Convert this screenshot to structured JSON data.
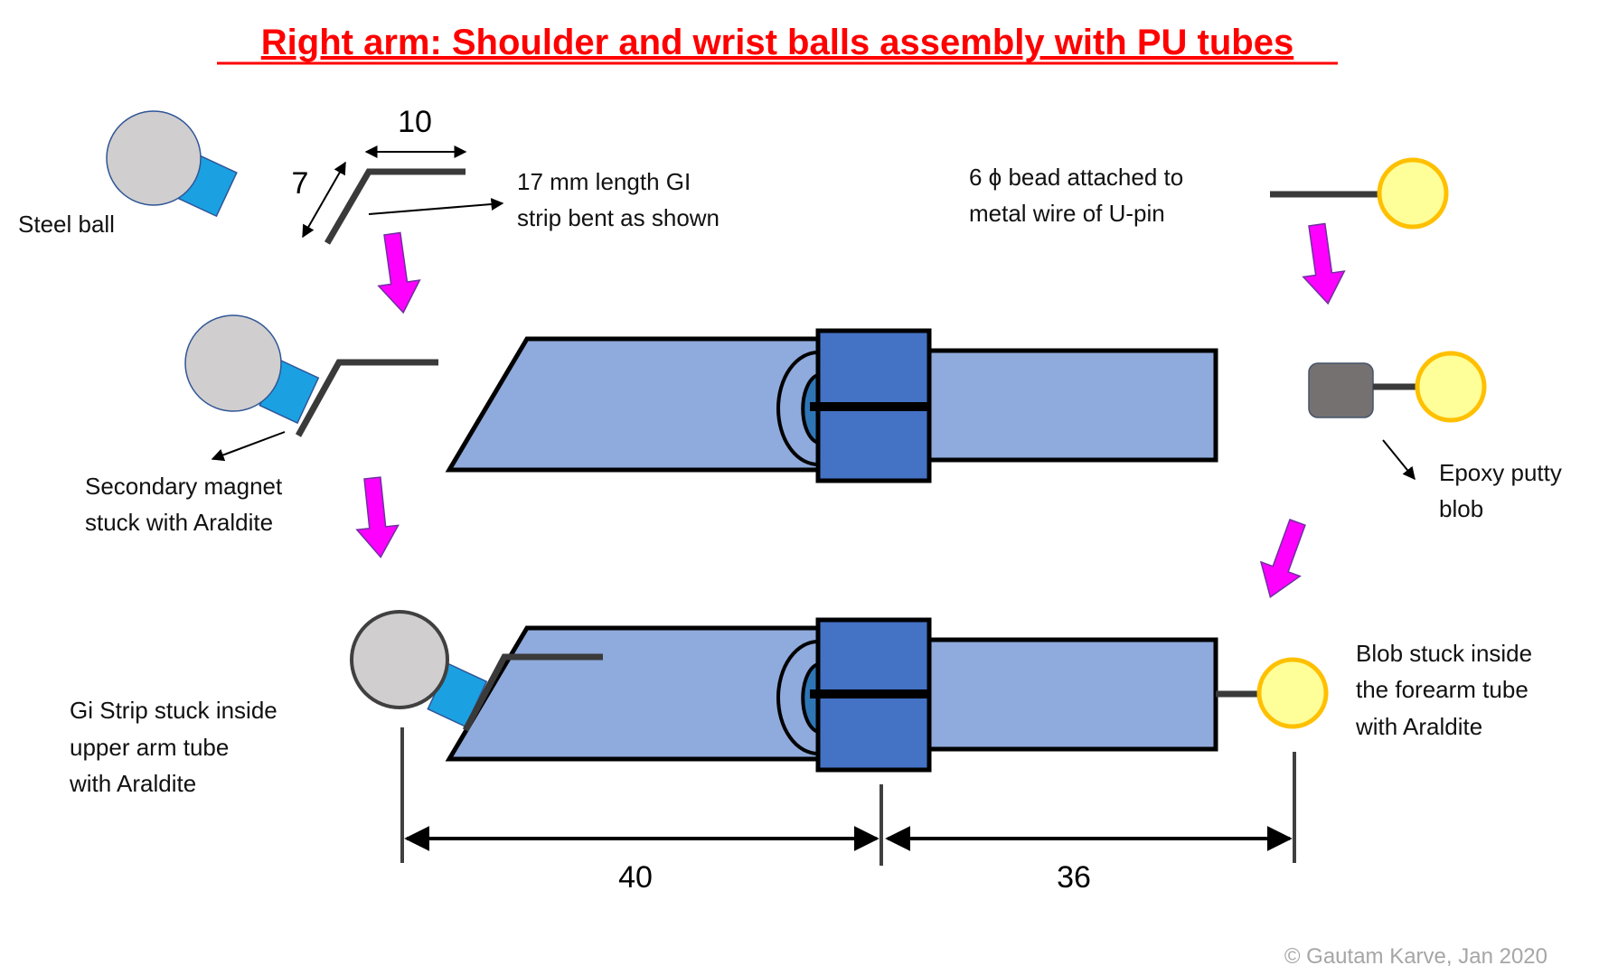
{
  "title": "Right arm: Shoulder and wrist balls assembly with PU tubes",
  "labels": {
    "steel_ball": "Steel ball",
    "strip_line1": "17 mm length GI",
    "strip_line2": "strip bent as shown",
    "bead_line1": "6 ϕ bead  attached to",
    "bead_line2": "metal wire of U-pin",
    "magnet_line1": "Secondary magnet",
    "magnet_line2": "stuck with Araldite",
    "epoxy_line1": "Epoxy putty",
    "epoxy_line2": "blob",
    "gistrip_line1": "Gi Strip stuck inside",
    "gistrip_line2": "upper arm tube",
    "gistrip_line3": "with Araldite",
    "blob_line1": "Blob stuck inside",
    "blob_line2": "the forearm tube",
    "blob_line3": "with Araldite"
  },
  "dimensions": {
    "strip_width": "10",
    "strip_height": "7",
    "upper_arm_length": "40",
    "forearm_length": "36"
  },
  "copyright": "© Gautam Karve, Jan 2020",
  "colors": {
    "title": "#ff0000",
    "tube_fill": "#8faadc",
    "joint_fill": "#4472c4",
    "ball_fill": "#d0cece",
    "magnet_fill": "#1ba1e2",
    "bead_fill": "#ffff99",
    "bead_stroke": "#ffc000",
    "putty_fill": "#767171",
    "flow_arrow": "#ff00ff",
    "copyright": "#a6a6a6"
  }
}
